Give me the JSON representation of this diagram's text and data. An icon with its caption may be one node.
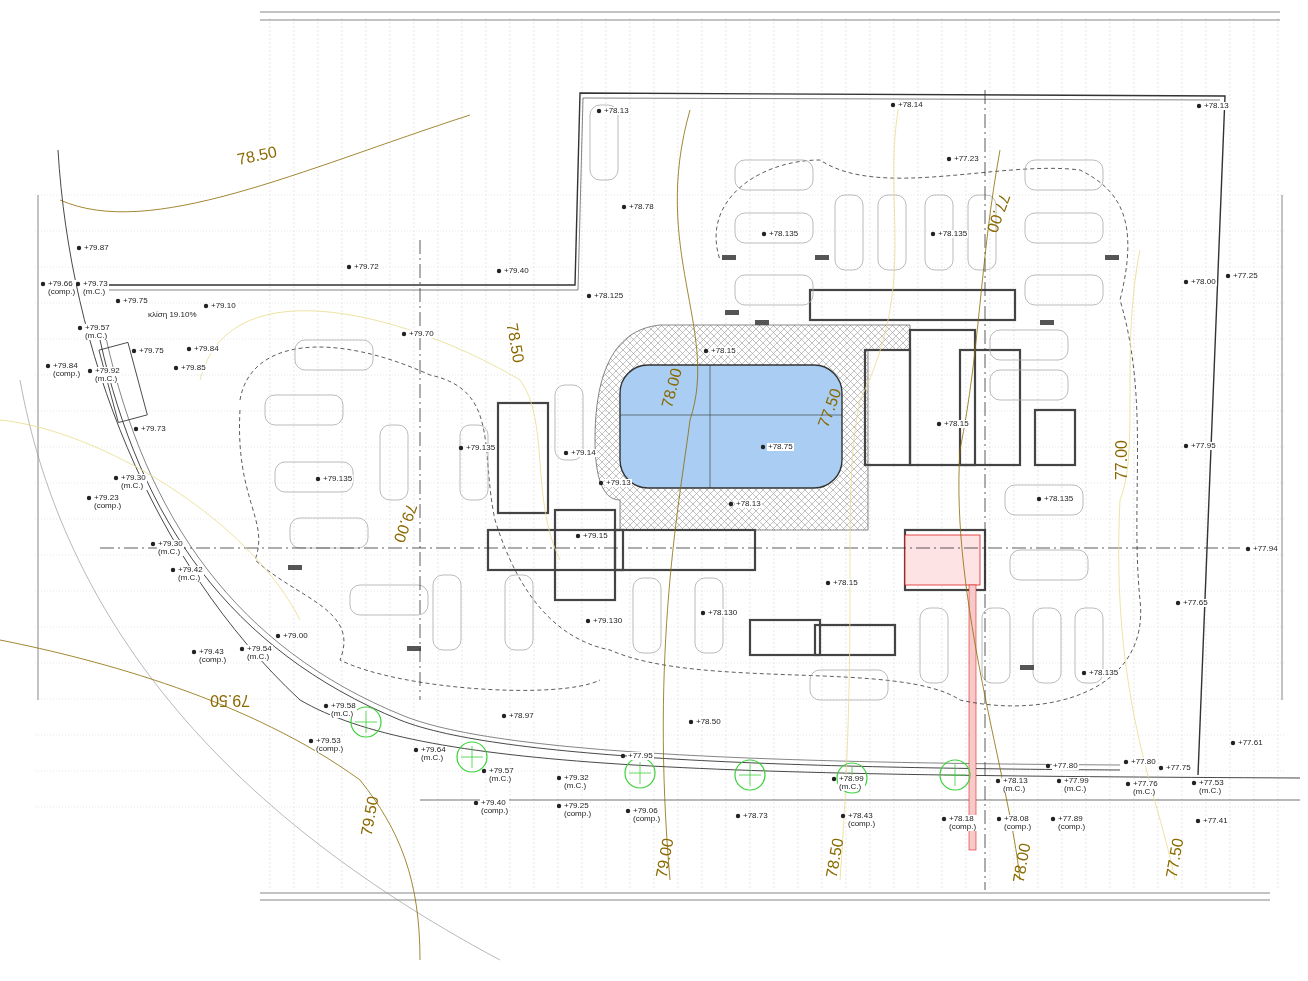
{
  "diagram": {
    "labels": [
      "78.50",
      "+78.13",
      "+78.14",
      "+78.13",
      "+77.23",
      "+78.78",
      "77.00",
      "+78.135",
      "+78.135",
      "+79.87",
      "+79.72",
      "+79.40",
      "+77.25",
      "+78.00",
      "+79.66 (comp.)",
      "+79.73 (m.C.)",
      "+78.125",
      "+79.75",
      "κλίση 19.10%",
      "+79.10",
      "+79.57 (m.C.)",
      "+79.70",
      "78.50",
      "+79.75",
      "+79.84",
      "+78.15",
      "+79.84 (comp.)",
      "+79.85",
      "+79.92 (m.C.)",
      "78.00",
      "77.50",
      "+79.73",
      "+78.15",
      "+79.135",
      "+79.14",
      "+78.75",
      "+77.95",
      "77.00",
      "+79.30 (m.C.)",
      "+79.135",
      "+79.13",
      "+79.23 (comp.)",
      "+78.135",
      "+78.13",
      "79.00",
      "+79.15",
      "+79.30 (m.C.)",
      "+77.94",
      "+79.42 (m.C.)",
      "+78.15",
      "+77.65",
      "+78.130",
      "+79.130",
      "+79.00",
      "+79.43 (comp.)",
      "+79.54 (m.C.)",
      "+78.135",
      "79.50",
      "+79.58 (m.C.)",
      "+78.97",
      "+78.50",
      "+79.53 (comp.)",
      "+77.61",
      "+79.64 (m.C.)",
      "+77.95",
      "+77.80",
      "+77.80",
      "+77.75",
      "+79.57 (m.C.)",
      "+79.32 (m.C.)",
      "+78.99 (m.C.)",
      "+78.13 (m.C.)",
      "+77.99 (m.C.)",
      "+77.76 (m.C.)",
      "+77.53 (m.C.)",
      "+79.40 (comp.)",
      "+79.25 (comp.)",
      "+79.06 (comp.)",
      "79.50",
      "+78.73",
      "+78.43 (comp.)",
      "+78.18 (comp.)",
      "+78.08 (comp.)",
      "+77.89 (comp.)",
      "+77.41",
      "79.00",
      "78.50",
      "78.00",
      "77.50"
    ]
  }
}
